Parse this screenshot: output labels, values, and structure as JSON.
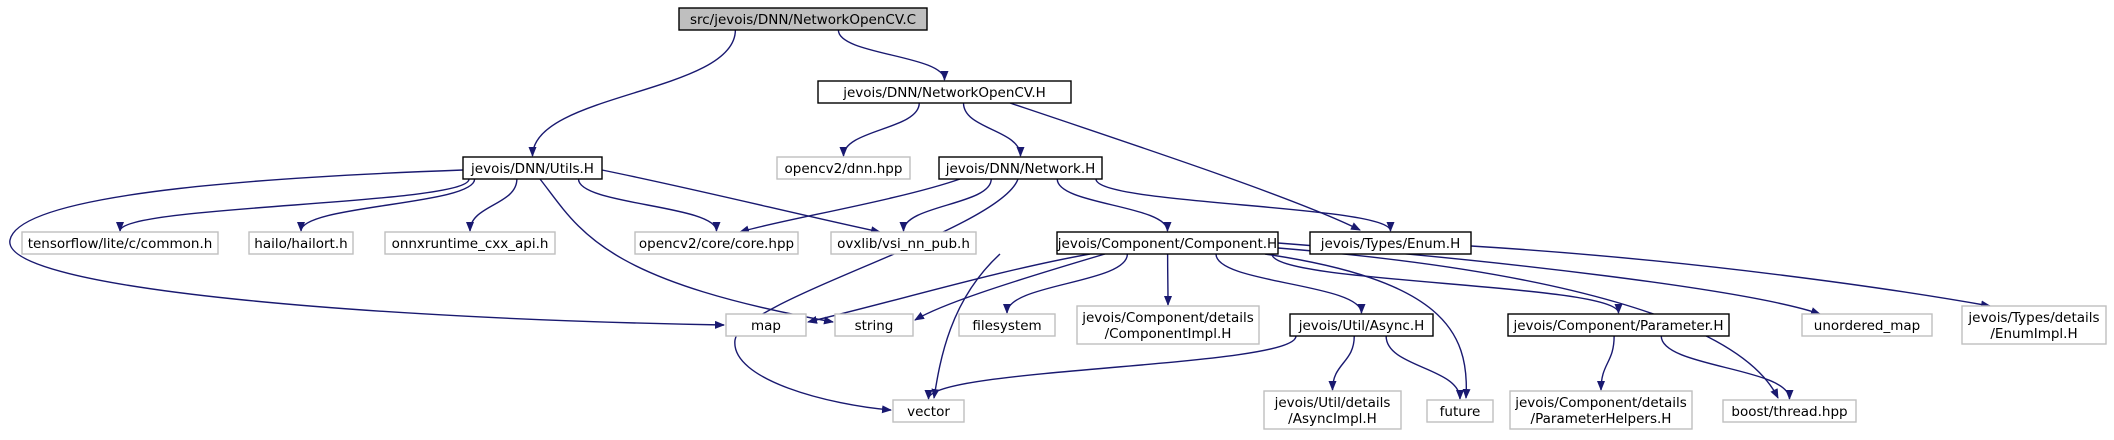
{
  "colors": {
    "edge": "#191970",
    "node_border": "#000000",
    "node_muted_border": "#bfbfbf",
    "root_fill": "#bfbfbf",
    "node_fill": "#ffffff",
    "text": "#000000"
  },
  "nodes": [
    {
      "id": "root",
      "lines": [
        "src/jevois/DNN/NetworkOpenCV.C"
      ],
      "style": "root"
    },
    {
      "id": "netopencv_h",
      "lines": [
        "jevois/DNN/NetworkOpenCV.H"
      ],
      "style": "normal"
    },
    {
      "id": "utils_h",
      "lines": [
        "jevois/DNN/Utils.H"
      ],
      "style": "normal"
    },
    {
      "id": "dnn_hpp",
      "lines": [
        "opencv2/dnn.hpp"
      ],
      "style": "muted"
    },
    {
      "id": "network_h",
      "lines": [
        "jevois/DNN/Network.H"
      ],
      "style": "normal"
    },
    {
      "id": "tflite",
      "lines": [
        "tensorflow/lite/c/common.h"
      ],
      "style": "muted"
    },
    {
      "id": "hailort",
      "lines": [
        "hailo/hailort.h"
      ],
      "style": "muted"
    },
    {
      "id": "onnx",
      "lines": [
        "onnxruntime_cxx_api.h"
      ],
      "style": "muted"
    },
    {
      "id": "core_hpp",
      "lines": [
        "opencv2/core/core.hpp"
      ],
      "style": "muted"
    },
    {
      "id": "vsi",
      "lines": [
        "ovxlib/vsi_nn_pub.h"
      ],
      "style": "muted"
    },
    {
      "id": "component_h",
      "lines": [
        "jevois/Component/Component.H"
      ],
      "style": "normal"
    },
    {
      "id": "enum_h",
      "lines": [
        "jevois/Types/Enum.H"
      ],
      "style": "normal"
    },
    {
      "id": "map",
      "lines": [
        "map"
      ],
      "style": "muted"
    },
    {
      "id": "string",
      "lines": [
        "string"
      ],
      "style": "muted"
    },
    {
      "id": "filesystem",
      "lines": [
        "filesystem"
      ],
      "style": "muted"
    },
    {
      "id": "compimpl",
      "lines": [
        "jevois/Component/details",
        "/ComponentImpl.H"
      ],
      "style": "muted"
    },
    {
      "id": "async_h",
      "lines": [
        "jevois/Util/Async.H"
      ],
      "style": "normal"
    },
    {
      "id": "parameter_h",
      "lines": [
        "jevois/Component/Parameter.H"
      ],
      "style": "normal"
    },
    {
      "id": "unordered_map",
      "lines": [
        "unordered_map"
      ],
      "style": "muted"
    },
    {
      "id": "enumimpl",
      "lines": [
        "jevois/Types/details",
        "/EnumImpl.H"
      ],
      "style": "muted"
    },
    {
      "id": "vector",
      "lines": [
        "vector"
      ],
      "style": "muted"
    },
    {
      "id": "asyncimpl",
      "lines": [
        "jevois/Util/details",
        "/AsyncImpl.H"
      ],
      "style": "muted"
    },
    {
      "id": "future",
      "lines": [
        "future"
      ],
      "style": "muted"
    },
    {
      "id": "paramhelpers",
      "lines": [
        "jevois/Component/details",
        "/ParameterHelpers.H"
      ],
      "style": "muted"
    },
    {
      "id": "boost_thread",
      "lines": [
        "boost/thread.hpp"
      ],
      "style": "muted"
    }
  ],
  "edges": [
    {
      "from": "root",
      "to": "netopencv_h"
    },
    {
      "from": "root",
      "to": "utils_h"
    },
    {
      "from": "netopencv_h",
      "to": "dnn_hpp"
    },
    {
      "from": "netopencv_h",
      "to": "network_h"
    },
    {
      "from": "netopencv_h",
      "to": "enum_h"
    },
    {
      "from": "utils_h",
      "to": "tflite"
    },
    {
      "from": "utils_h",
      "to": "hailort"
    },
    {
      "from": "utils_h",
      "to": "onnx"
    },
    {
      "from": "utils_h",
      "to": "core_hpp"
    },
    {
      "from": "utils_h",
      "to": "vsi"
    },
    {
      "from": "utils_h",
      "to": "map"
    },
    {
      "from": "utils_h",
      "to": "string"
    },
    {
      "from": "network_h",
      "to": "core_hpp"
    },
    {
      "from": "network_h",
      "to": "vsi"
    },
    {
      "from": "network_h",
      "to": "component_h"
    },
    {
      "from": "network_h",
      "to": "enum_h"
    },
    {
      "from": "network_h",
      "to": "vector"
    },
    {
      "from": "component_h",
      "to": "map"
    },
    {
      "from": "component_h",
      "to": "string"
    },
    {
      "from": "component_h",
      "to": "filesystem"
    },
    {
      "from": "component_h",
      "to": "compimpl"
    },
    {
      "from": "component_h",
      "to": "async_h"
    },
    {
      "from": "component_h",
      "to": "parameter_h"
    },
    {
      "from": "component_h",
      "to": "unordered_map"
    },
    {
      "from": "component_h",
      "to": "vector"
    },
    {
      "from": "component_h",
      "to": "future"
    },
    {
      "from": "component_h",
      "to": "boost_thread"
    },
    {
      "from": "enum_h",
      "to": "enumimpl"
    },
    {
      "from": "async_h",
      "to": "vector"
    },
    {
      "from": "async_h",
      "to": "asyncimpl"
    },
    {
      "from": "async_h",
      "to": "future"
    },
    {
      "from": "parameter_h",
      "to": "paramhelpers"
    },
    {
      "from": "parameter_h",
      "to": "boost_thread"
    }
  ]
}
